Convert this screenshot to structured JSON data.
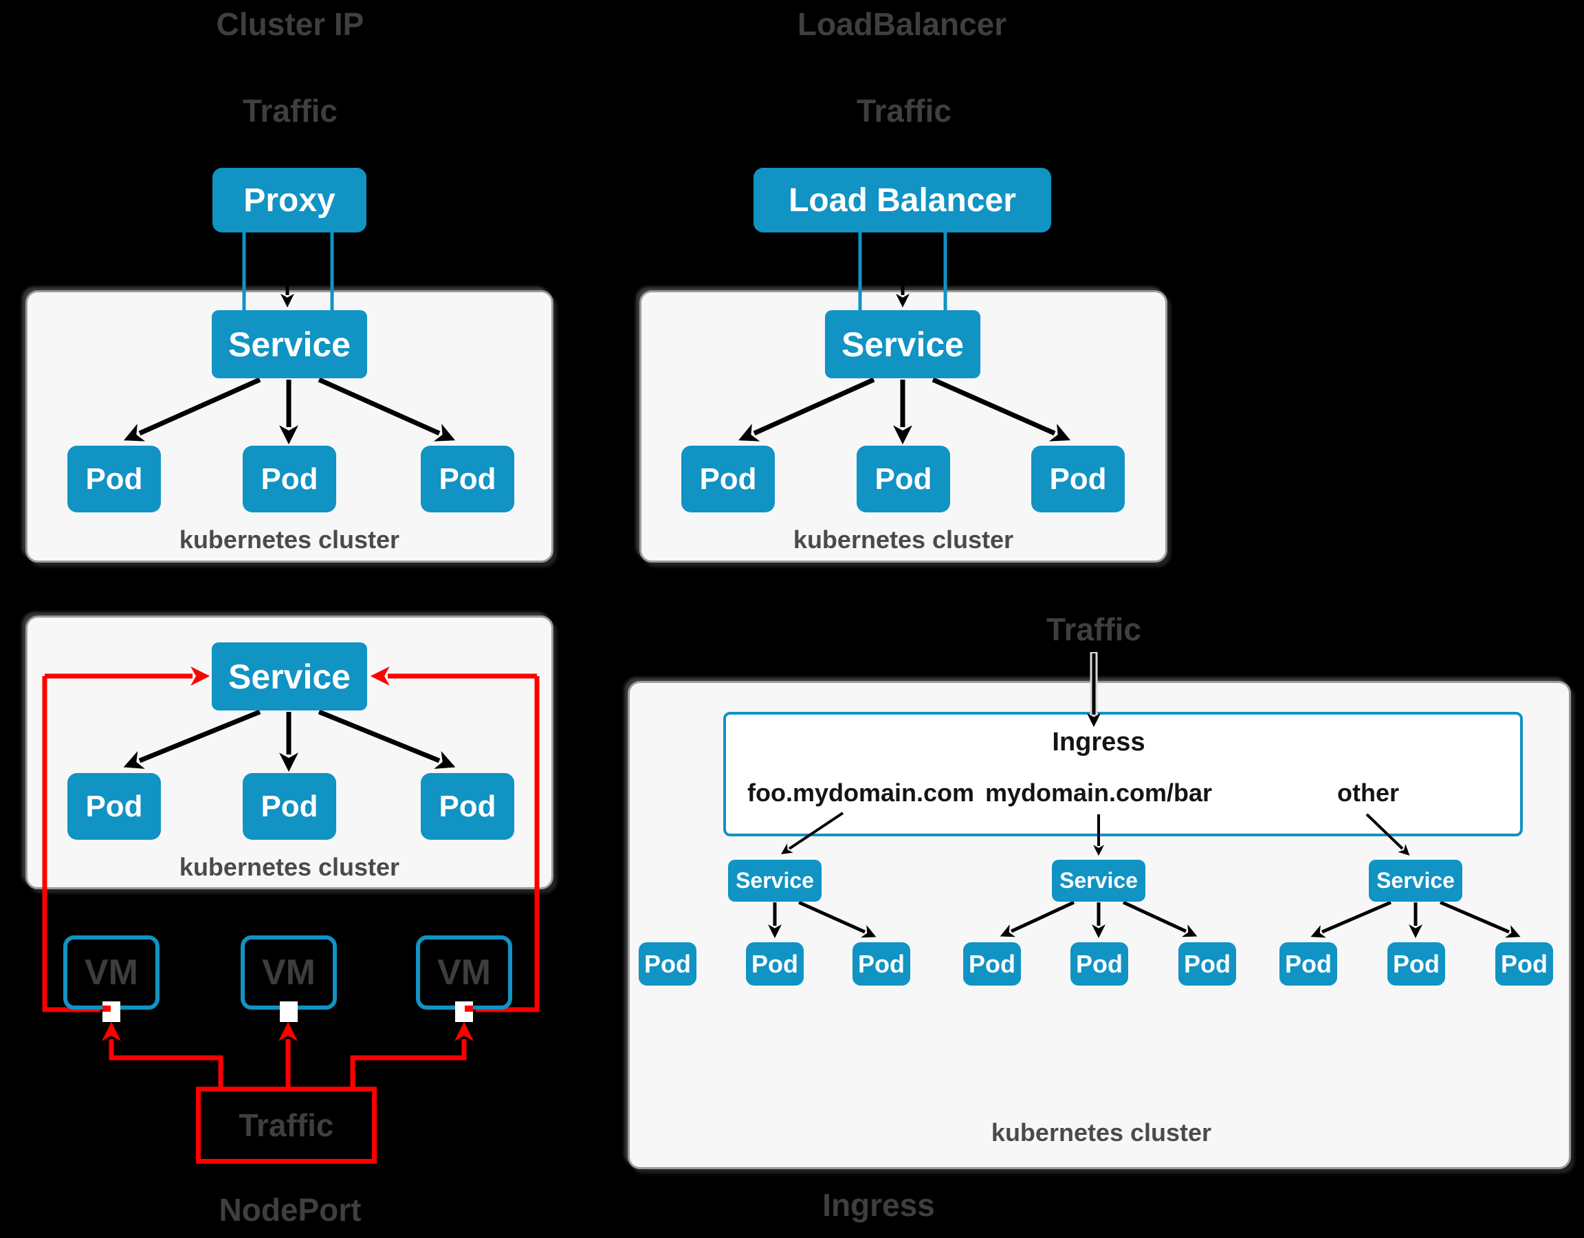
{
  "colors": {
    "background": "#000000",
    "box_blue": "#1193c4",
    "cluster_fill": "#f7f7f7",
    "cluster_border": "#9b9b9b",
    "title_gray": "#3f3f3f",
    "caption_gray": "#4a4a4a",
    "vm_text": "#3d3d3d",
    "red": "#ff0000",
    "route_text": "#141414",
    "arrow_black": "#000000",
    "white": "#ffffff"
  },
  "cluster_ip": {
    "title": "Cluster IP",
    "traffic_label": "Traffic",
    "proxy_label": "Proxy",
    "service_label": "Service",
    "pods": [
      "Pod",
      "Pod",
      "Pod"
    ],
    "cluster_caption": "kubernetes cluster"
  },
  "load_balancer": {
    "title": "LoadBalancer",
    "traffic_label": "Traffic",
    "lb_label": "Load Balancer",
    "service_label": "Service",
    "pods": [
      "Pod",
      "Pod",
      "Pod"
    ],
    "cluster_caption": "kubernetes cluster"
  },
  "node_port": {
    "title": "NodePort",
    "traffic_label": "Traffic",
    "service_label": "Service",
    "pods": [
      "Pod",
      "Pod",
      "Pod"
    ],
    "vms": [
      "VM",
      "VM",
      "VM"
    ],
    "cluster_caption": "kubernetes cluster"
  },
  "ingress": {
    "title": "Ingress",
    "traffic_label": "Traffic",
    "ingress_label": "Ingress",
    "routes": [
      "foo.mydomain.com",
      "mydomain.com/bar",
      "other"
    ],
    "services": [
      "Service",
      "Service",
      "Service"
    ],
    "pods": [
      "Pod",
      "Pod",
      "Pod",
      "Pod",
      "Pod",
      "Pod",
      "Pod",
      "Pod",
      "Pod"
    ],
    "cluster_caption": "kubernetes cluster"
  }
}
